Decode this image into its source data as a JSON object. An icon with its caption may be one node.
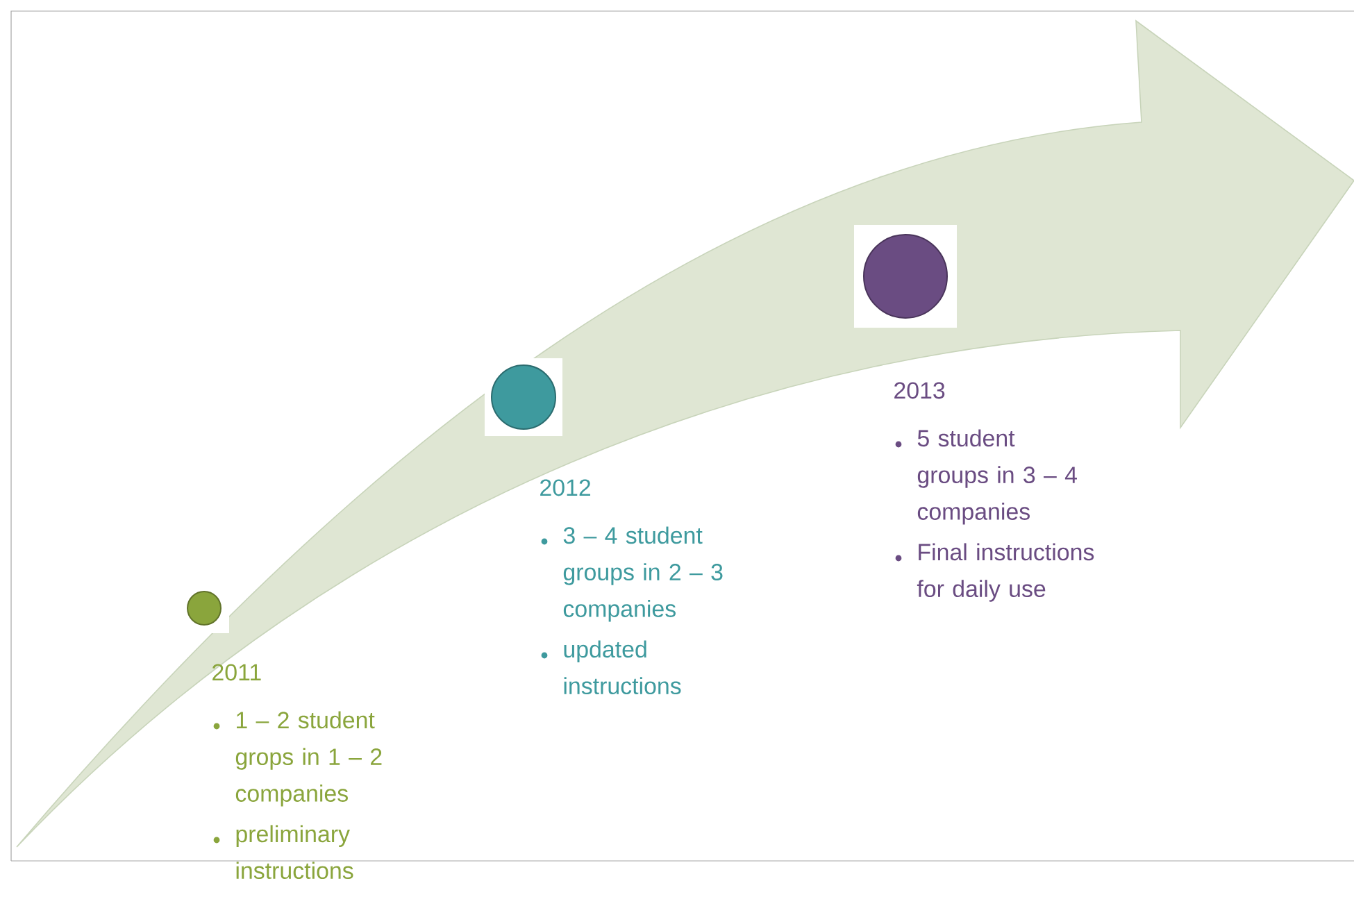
{
  "diagram": {
    "nodes": [
      {
        "text": [],
        "shape": "picture",
        "beside": [
          "2011",
          "1 – 2 student grops in 1 – 2 companies",
          "preliminary instructions"
        ]
      },
      {
        "text": [],
        "shape": "picture",
        "beside": [
          "2012",
          "3 – 4 student groups in 2 – 3 companies",
          "updated instructions"
        ]
      },
      {
        "text": [],
        "shape": "picture",
        "beside": [
          "2013",
          "5 student groups in 3 – 4 companies",
          "Final instructions for daily use"
        ]
      }
    ]
  }
}
